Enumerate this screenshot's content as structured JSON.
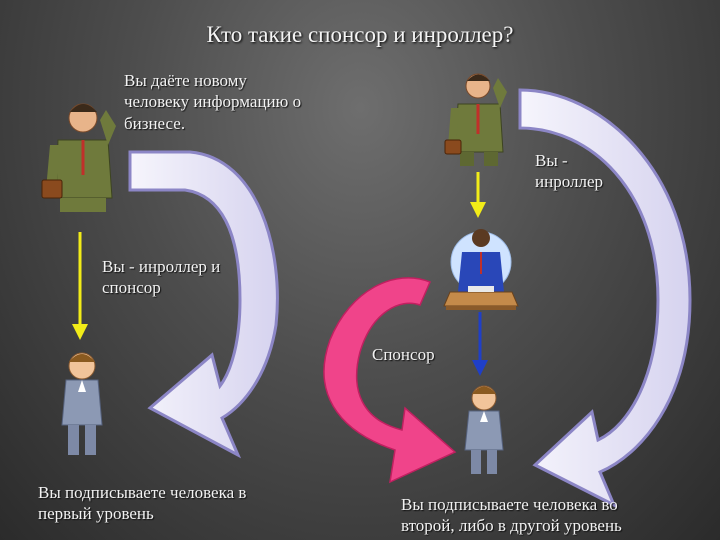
{
  "title": "Кто такие спонсор и инроллер?",
  "labels": {
    "info_line1": "Вы даёте новому",
    "info_line2": "человеку информацию о",
    "info_line3": "бизнесе.",
    "you_enroller_right_line1": "Вы -",
    "you_enroller_right_line2": "инроллер",
    "you_enroller_sponsor_line1": "Вы - инроллер и",
    "you_enroller_sponsor_line2": "спонсор",
    "sponsor": "Спонсор",
    "first_level_line1": "Вы подписываете человека в",
    "first_level_line2": "первый уровень",
    "second_level_line1": "Вы подписываете человека во",
    "second_level_line2": "второй, либо в другой уровень"
  },
  "colors": {
    "curved_arrow_fill": "#e8e6f7",
    "curved_arrow_edge": "#8c86c6",
    "pink_arrow": "#f0448a",
    "yellow_arrow": "#f2ec18",
    "blue_arrow": "#1f3fc8"
  }
}
